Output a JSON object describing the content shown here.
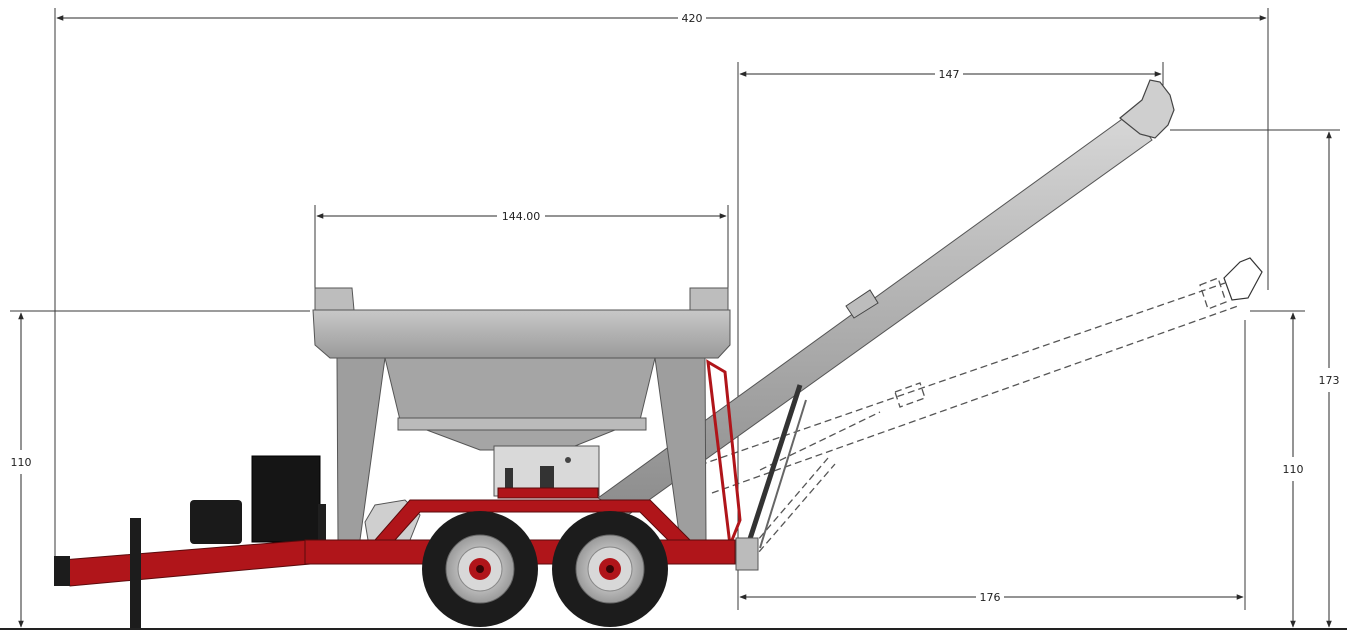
{
  "dimensions": {
    "overall_length": "420",
    "auger_reach": "147",
    "hopper_width": "144.00",
    "frame_height": "110",
    "auger_raised_height": "173",
    "auger_lowered_height": "110",
    "auger_lowered_reach": "176"
  },
  "colors": {
    "frame_red": "#b0151a",
    "hopper_gray": "#a9a9a9",
    "auger_gray": "#b5b5b5",
    "tire_black": "#1c1c1c",
    "engine_black": "#151515"
  }
}
